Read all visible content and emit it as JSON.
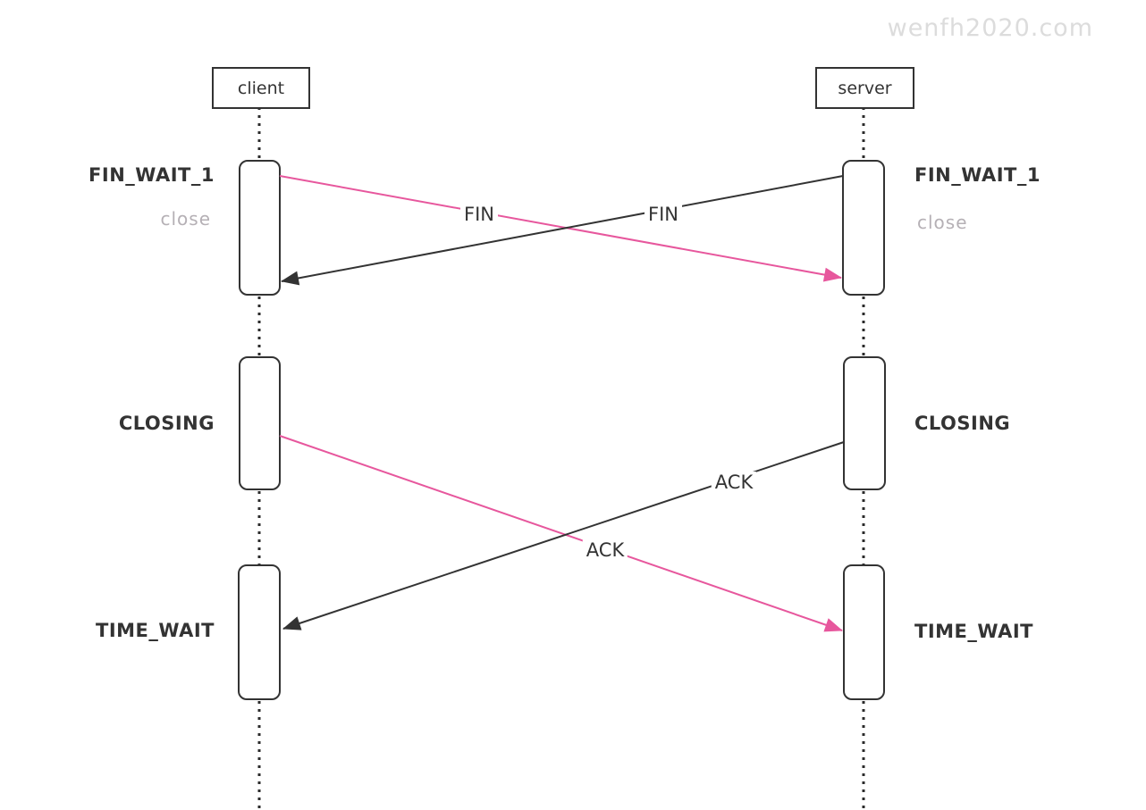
{
  "watermark": "wenfh2020.com",
  "colors": {
    "dark": "#333333",
    "client_msg_pink": "#e7579d",
    "muted_gray": "#b5b0b5",
    "watermark_gray": "#dcdcdc"
  },
  "actors": [
    {
      "id": "client",
      "label": "client"
    },
    {
      "id": "server",
      "label": "server"
    }
  ],
  "states": {
    "client": [
      "FIN_WAIT_1",
      "CLOSING",
      "TIME_WAIT"
    ],
    "server": [
      "FIN_WAIT_1",
      "CLOSING",
      "TIME_WAIT"
    ]
  },
  "annotations": {
    "client_close": "close",
    "server_close": "close"
  },
  "messages": [
    {
      "label": "FIN",
      "from": "client",
      "to": "server",
      "color": "pink"
    },
    {
      "label": "FIN",
      "from": "server",
      "to": "client",
      "color": "black"
    },
    {
      "label": "ACK",
      "from": "client",
      "to": "server",
      "color": "pink"
    },
    {
      "label": "ACK",
      "from": "server",
      "to": "client",
      "color": "black"
    }
  ]
}
